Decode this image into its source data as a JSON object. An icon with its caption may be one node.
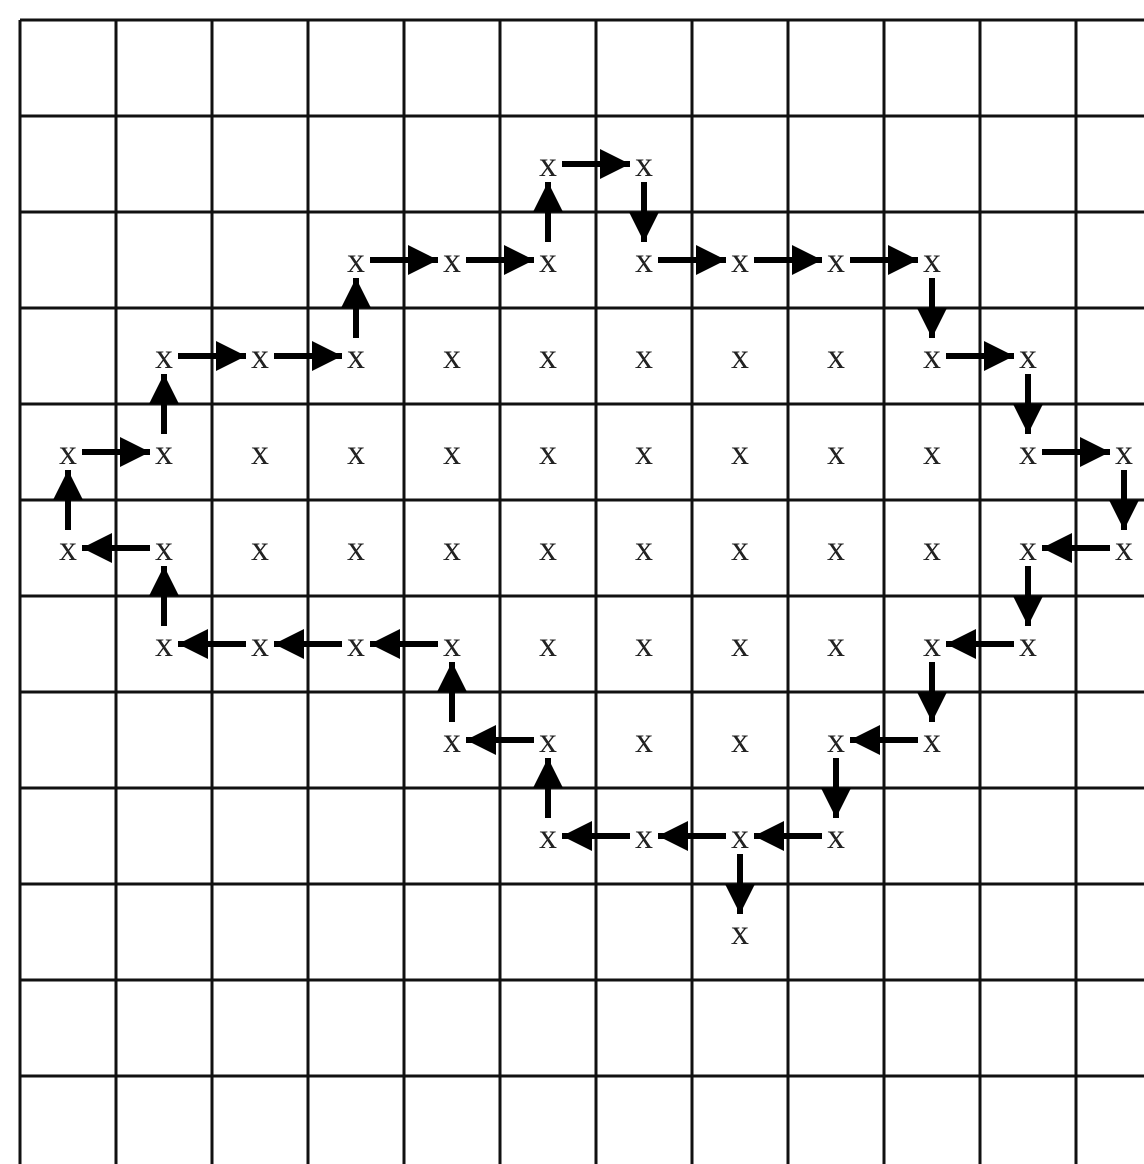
{
  "diagram": {
    "nodes": [
      {
        "text": [
          "x"
        ]
      },
      {
        "text": [
          "x"
        ]
      },
      {
        "text": [
          "x"
        ]
      },
      {
        "text": [
          "x"
        ]
      },
      {
        "text": [
          "x"
        ]
      },
      {
        "text": [
          "x"
        ]
      },
      {
        "text": [
          "x"
        ]
      },
      {
        "text": [
          "x"
        ]
      },
      {
        "text": [
          "x"
        ]
      },
      {
        "text": [
          "x"
        ]
      },
      {
        "text": [
          "x"
        ]
      },
      {
        "text": [
          "x"
        ]
      },
      {
        "text": [
          "x"
        ]
      },
      {
        "text": [
          "x"
        ]
      },
      {
        "text": [
          "x"
        ]
      },
      {
        "text": [
          "x"
        ]
      },
      {
        "text": [
          "x"
        ]
      },
      {
        "text": [
          "x"
        ]
      },
      {
        "text": [
          "x"
        ]
      },
      {
        "text": [
          "x"
        ]
      },
      {
        "text": [
          "x"
        ]
      },
      {
        "text": [
          "x"
        ]
      },
      {
        "text": [
          "x"
        ]
      },
      {
        "text": [
          "x"
        ]
      },
      {
        "text": [
          "x"
        ]
      },
      {
        "text": [
          "x"
        ]
      },
      {
        "text": [
          "x"
        ]
      },
      {
        "text": [
          "x"
        ]
      },
      {
        "text": [
          "x"
        ]
      },
      {
        "text": [
          "x"
        ]
      },
      {
        "text": [
          "x"
        ]
      },
      {
        "text": [
          "x"
        ]
      },
      {
        "text": [
          "x"
        ]
      },
      {
        "text": [
          "x"
        ]
      },
      {
        "text": [
          "x"
        ]
      },
      {
        "text": [
          "x"
        ]
      },
      {
        "text": [
          "x"
        ]
      }
    ],
    "edges": [
      {
        "from": 18,
        "to": 14,
        "arrow": "to"
      },
      {
        "from": 14,
        "to": 15,
        "arrow": "to"
      },
      {
        "from": 15,
        "to": 9,
        "arrow": "to"
      },
      {
        "from": 9,
        "to": 10,
        "arrow": "to"
      },
      {
        "from": 10,
        "to": 11,
        "arrow": "to"
      },
      {
        "from": 11,
        "to": 2,
        "arrow": "to"
      },
      {
        "from": 2,
        "to": 3,
        "arrow": "to"
      },
      {
        "from": 3,
        "to": 4,
        "arrow": "to"
      },
      {
        "from": 4,
        "to": 0,
        "arrow": "to"
      },
      {
        "from": 0,
        "to": 1,
        "arrow": "to"
      },
      {
        "from": 1,
        "to": 5,
        "arrow": "to"
      },
      {
        "from": 5,
        "to": 6,
        "arrow": "to"
      },
      {
        "from": 6,
        "to": 7,
        "arrow": "to"
      },
      {
        "from": 7,
        "to": 8,
        "arrow": "to"
      },
      {
        "from": 8,
        "to": 12,
        "arrow": "to"
      },
      {
        "from": 12,
        "to": 13,
        "arrow": "to"
      },
      {
        "from": 13,
        "to": 16,
        "arrow": "to"
      },
      {
        "from": 16,
        "to": 17,
        "arrow": "to"
      },
      {
        "from": 17,
        "to": 21,
        "arrow": "to"
      },
      {
        "from": 21,
        "to": 20,
        "arrow": "to"
      },
      {
        "from": 20,
        "to": 27,
        "arrow": "to"
      },
      {
        "from": 27,
        "to": 26,
        "arrow": "to"
      },
      {
        "from": 26,
        "to": 31,
        "arrow": "to"
      },
      {
        "from": 31,
        "to": 30,
        "arrow": "to"
      },
      {
        "from": 30,
        "to": 35,
        "arrow": "to"
      },
      {
        "from": 35,
        "to": 34,
        "arrow": "to"
      },
      {
        "from": 34,
        "to": 33,
        "arrow": "to"
      },
      {
        "from": 33,
        "to": 32,
        "arrow": "to"
      },
      {
        "from": 32,
        "to": 29,
        "arrow": "to"
      },
      {
        "from": 29,
        "to": 28,
        "arrow": "to"
      },
      {
        "from": 28,
        "to": 25,
        "arrow": "to"
      },
      {
        "from": 25,
        "to": 24,
        "arrow": "to"
      },
      {
        "from": 24,
        "to": 23,
        "arrow": "to"
      },
      {
        "from": 23,
        "to": 22,
        "arrow": "to"
      },
      {
        "from": 22,
        "to": 19,
        "arrow": "to"
      },
      {
        "from": 19,
        "to": 18,
        "arrow": "to"
      },
      {
        "from": 34,
        "to": 36,
        "arrow": "to"
      }
    ],
    "labels": [
      "x",
      "x",
      "x",
      "x",
      "x",
      "x",
      "x",
      "x",
      "x",
      "x",
      "x",
      "x",
      "x",
      "x",
      "x",
      "x",
      "x",
      "x",
      "x",
      "x",
      "x",
      "x",
      "x",
      "x",
      "x",
      "x",
      "x"
    ]
  }
}
